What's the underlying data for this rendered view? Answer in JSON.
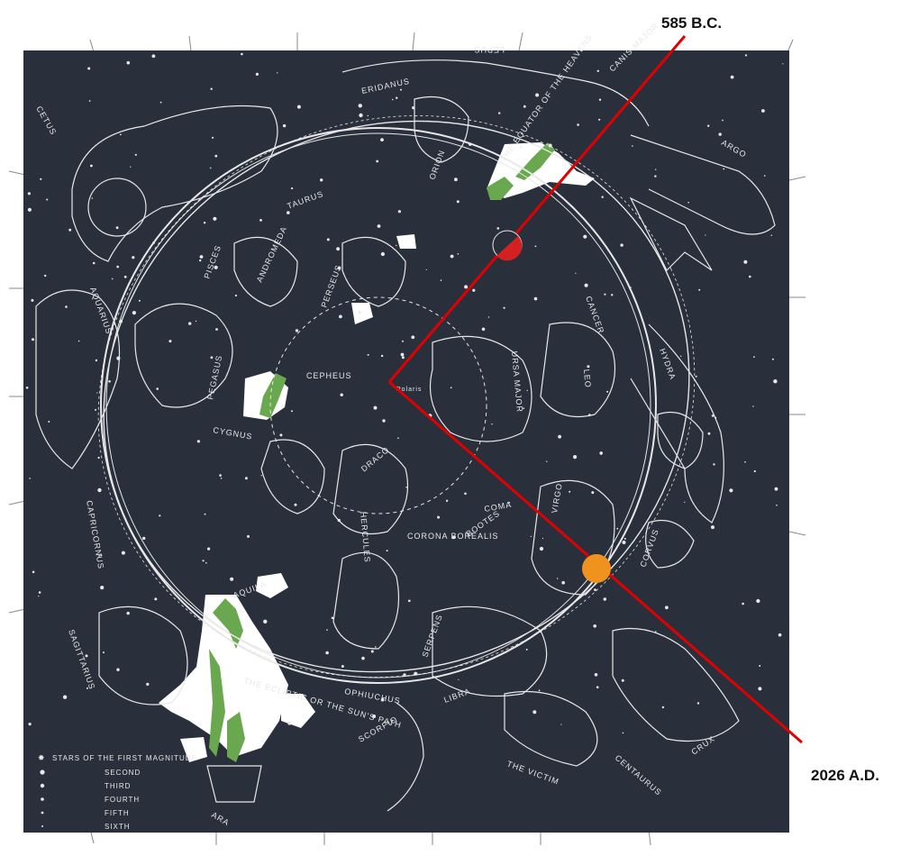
{
  "annotations": {
    "top_date": "585 B.C.",
    "bottom_date": "2026 A.D."
  },
  "constellations": [
    {
      "name": "CETUS"
    },
    {
      "name": "ERIDANUS"
    },
    {
      "name": "LEPUS"
    },
    {
      "name": "CANIS MAJOR"
    },
    {
      "name": "ARGO"
    },
    {
      "name": "ORION"
    },
    {
      "name": "TAURUS"
    },
    {
      "name": "PISCES"
    },
    {
      "name": "ANDROMEDA"
    },
    {
      "name": "PERSEUS"
    },
    {
      "name": "AQUARIUS"
    },
    {
      "name": "PEGASUS"
    },
    {
      "name": "CEPHEUS"
    },
    {
      "name": "CYGNUS"
    },
    {
      "name": "DRACO"
    },
    {
      "name": "CANCER"
    },
    {
      "name": "LEO"
    },
    {
      "name": "URSA MAJOR"
    },
    {
      "name": "HYDRA"
    },
    {
      "name": "CAPRICORNUS"
    },
    {
      "name": "AQUILA"
    },
    {
      "name": "HERCULES"
    },
    {
      "name": "CORONA BOREALIS"
    },
    {
      "name": "BOOTES"
    },
    {
      "name": "COMA"
    },
    {
      "name": "VIRGO"
    },
    {
      "name": "CORVUS"
    },
    {
      "name": "SAGITTARIUS"
    },
    {
      "name": "OPHIUCHUS"
    },
    {
      "name": "SERPENS"
    },
    {
      "name": "LIBRA"
    },
    {
      "name": "SCORPIO"
    },
    {
      "name": "ARA"
    },
    {
      "name": "CENTAURUS"
    },
    {
      "name": "THE VICTIM"
    },
    {
      "name": "CRUX"
    }
  ],
  "circle_labels": {
    "equator": "THE EQUATOR OF THE HEAVENS",
    "ecliptic": "THE ECLIPTIC OR THE SUN'S PATH",
    "pole": "Polaris"
  },
  "legend": {
    "items": [
      {
        "label": "STARS OF THE FIRST MAGNITUDE"
      },
      {
        "label": "SECOND"
      },
      {
        "label": "THIRD"
      },
      {
        "label": "FOURTH"
      },
      {
        "label": "FIFTH"
      },
      {
        "label": "SIXTH"
      }
    ]
  },
  "colors": {
    "sky": "#2a2f3c",
    "line": "#e8e8e8",
    "pointer": "#e10000",
    "marker_top": "#d42020",
    "marker_bottom": "#f0921e",
    "milky_way": "#6aa84f"
  }
}
